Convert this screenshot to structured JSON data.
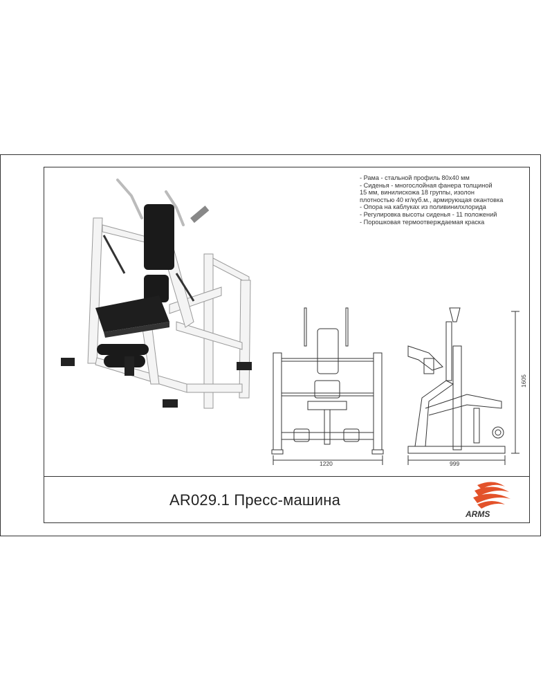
{
  "specs": [
    "- Рама - стальной профиль 80х40 мм",
    "- Сиденья - многослойная фанера толщиной",
    "15 мм, винилискожа 18 группы, изолон",
    "плотностью 40 кг/куб.м., армирующая окантовка",
    "- Опора на каблуках из поливинилхлорида",
    "- Регулировка высоты сиденья - 11 положений",
    "- Порошковая термоотверждаемая краска"
  ],
  "title": "AR029.1 Пресс-машина",
  "dimensions": {
    "width": "1220",
    "depth": "999",
    "height": "1605"
  },
  "logo": {
    "text": "ARMS",
    "color": "#e3522a"
  }
}
